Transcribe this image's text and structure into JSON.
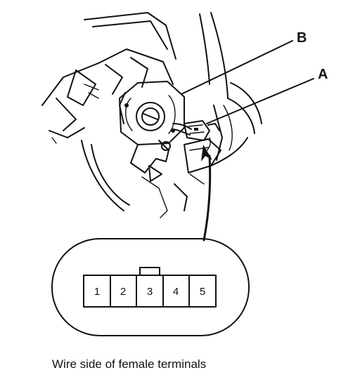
{
  "callouts": {
    "b": "B",
    "a": "A"
  },
  "connector": {
    "terminals": [
      "1",
      "2",
      "3",
      "4",
      "5"
    ]
  },
  "caption": "Wire side of female terminals"
}
